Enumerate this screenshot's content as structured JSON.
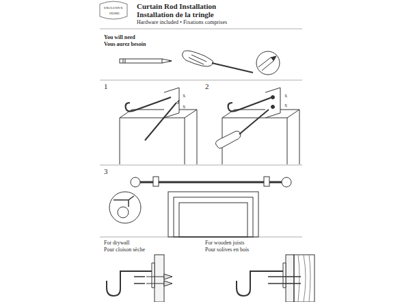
{
  "diagram": {
    "title": "Curtain Rod Installation",
    "labels": [
      "EXCLUSIVE",
      "HOME",
      "Installation de la tringle",
      "Hardware included • Fixations comprises",
      "You will need",
      "Vous aurez besoin",
      "1",
      "X",
      "X",
      "2",
      "X",
      "X",
      "3",
      "For drywall",
      "Pour cloison sèche",
      "For wooden joists",
      "Pour solives en bois"
    ]
  }
}
